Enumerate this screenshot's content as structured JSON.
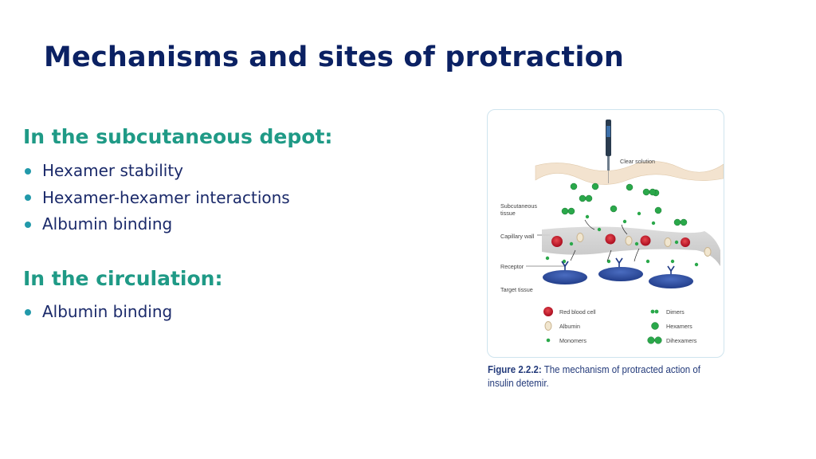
{
  "title": "Mechanisms and sites of protraction",
  "sections": [
    {
      "heading": "In the subcutaneous depot:",
      "bullets": [
        "Hexamer stability",
        "Hexamer-hexamer interactions",
        "Albumin binding"
      ]
    },
    {
      "heading": "In the circulation:",
      "bullets": [
        "Albumin binding"
      ]
    }
  ],
  "figure": {
    "labels": {
      "clear_solution": "Clear solution",
      "subcutaneous_1": "Subcutaneous",
      "subcutaneous_2": "tissue",
      "capillary_wall": "Capillary wall",
      "receptor": "Receptor",
      "target_tissue": "Target tissue"
    },
    "legend": {
      "red_blood_cell": "Red blood cell",
      "albumin": "Albumin",
      "monomers": "Monomers",
      "dimers": "Dimers",
      "hexamers": "Hexamers",
      "dihexamers": "Dihexamers"
    },
    "caption_bold": "Figure 2.2.2:",
    "caption_text": " The mechanism of protracted action of insulin detemir."
  },
  "colors": {
    "title": "#0b2163",
    "heading": "#1f9a86",
    "bullet_text": "#1b2a6a",
    "bullet_dot": "#2299aa",
    "insulin_green": "#2aa84a",
    "red_blood_cell": "#c8102e",
    "target_tissue": "#2b4a9a"
  }
}
